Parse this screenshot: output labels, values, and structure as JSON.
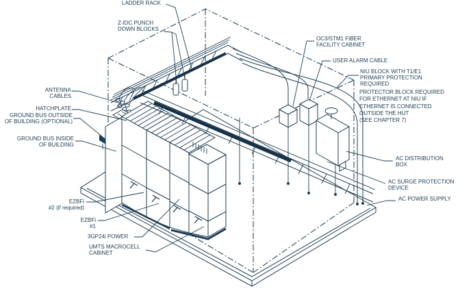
{
  "diagram": {
    "ink_color": "#1e3d52",
    "background_color": "#ffffff",
    "type": "isometric equipment hut illustration"
  },
  "labels": {
    "ladder_rack": "LADDER RACK",
    "zidc_punch_down_blocks": "Z-IDC PUNCH\nDOWN BLOCKS",
    "oc3_fiber_cabinet": "OC3/STM1 FIBER\nFACILITY CABINET",
    "user_alarm_cable": "USER ALARM CABLE",
    "niu_block": "NIU BLOCK WITH T1/E1\nPRIMARY PROTECTION\nREQUIRED",
    "protector_block": "PROTECTOR BLOCK REQUIRED\nFOR ETHERNET AT NIU IF\nETHERNET IS CONNECTED\nOUTSIDE THE HUT\n(SEE CHAPTER 7)",
    "antenna_cables": "ANTENNA\nCABLES",
    "hatchplate": "HATCHPLATE",
    "ground_bus_outside": "GROUND BUS OUTSIDE\nOF BUILDING (OPTIONAL)",
    "ground_bus_inside": "GROUND BUS INSIDE\nOF BUILDING",
    "ezbfi_2": "EZBFi\n#2 (if required)",
    "ezbfi_1": "EZBFi\n#1",
    "power_3gp24i": "3GP24i POWER",
    "umts_cabinet": "UMTS MACROCELL\nCABINET",
    "ac_distribution_box": "AC DISTRIBUTION\nBOX",
    "ac_surge_device": "AC SURGE PROTECTION\nDEVICE",
    "ac_power_supply": "AC POWER SUPPLY"
  }
}
